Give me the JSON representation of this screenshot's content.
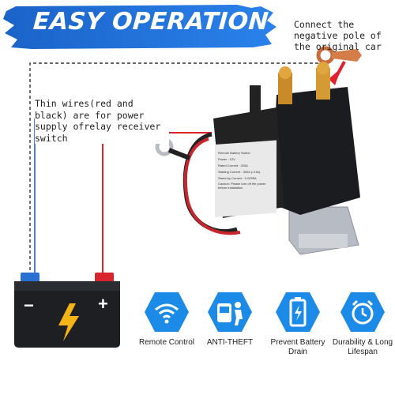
{
  "banner": {
    "title": "EASY OPERATION"
  },
  "notes": {
    "negative_pole": "Connect the negative pole of the original car",
    "thin_wires": "Thin wires(red and black) are for power supply ofrelay receiver switch"
  },
  "battery": {
    "minus": "−",
    "plus": "+"
  },
  "relay_label": {
    "line1": "Remote Battery Switch",
    "line2": "Power : 12V",
    "line3": "Rated Current : 200A",
    "line4": "Starting Current : 300A (<10s)",
    "line5": "Stand-by Current : 0.0005A",
    "line6": "Caution: Please turn off the power before installation"
  },
  "features": [
    {
      "label": "Remote Control",
      "icon": "wifi-icon"
    },
    {
      "label": "ANTI-THEFT",
      "icon": "car-thief-icon"
    },
    {
      "label": "Prevent Battery Drain",
      "icon": "battery-icon"
    },
    {
      "label": "Durability & Long Lifespan",
      "icon": "alarm-clock-icon"
    }
  ],
  "colors": {
    "banner_blue": "#1f6fd6",
    "icon_blue": "#1c8be8",
    "wire_red": "#e0212b",
    "battery_body": "#1d1f22",
    "bolt_yellow": "#f5b416"
  }
}
